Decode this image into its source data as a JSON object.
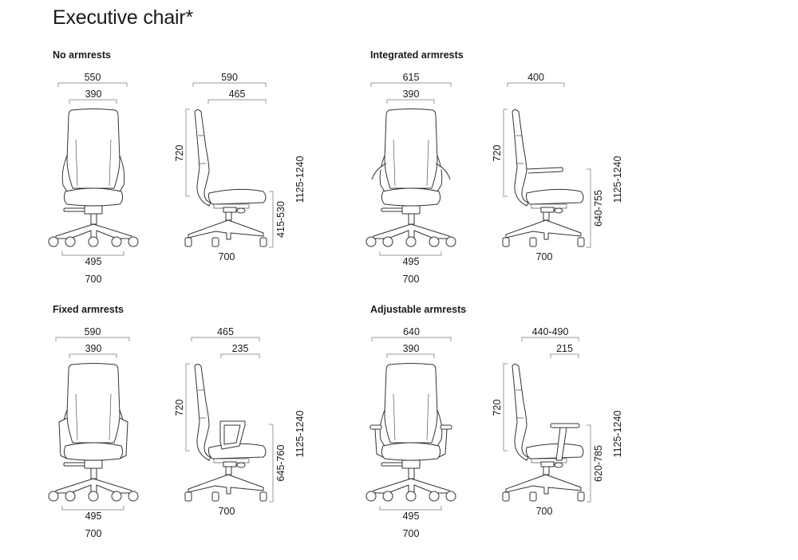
{
  "page": {
    "title": "Executive chair*"
  },
  "configs": [
    {
      "name": "No armrests",
      "front": {
        "overall_width": "550",
        "back_width": "390",
        "base_inner": "495",
        "base_width": "700"
      },
      "side": {
        "top_dims": [
          "590",
          "465"
        ],
        "back_height": "720",
        "lower_height": "415-530",
        "total_height": "1125-1240",
        "base_depth": "700"
      },
      "armrest": "none"
    },
    {
      "name": "Integrated armrests",
      "front": {
        "overall_width": "615",
        "back_width": "390",
        "base_inner": "495",
        "base_width": "700"
      },
      "side": {
        "top_dims": [
          "400"
        ],
        "back_height": "720",
        "lower_height": "640-755",
        "total_height": "1125-1240",
        "base_depth": "700"
      },
      "armrest": "integrated"
    },
    {
      "name": "Fixed armrests",
      "front": {
        "overall_width": "590",
        "back_width": "390",
        "base_inner": "495",
        "base_width": "700"
      },
      "side": {
        "top_dims": [
          "465",
          "235"
        ],
        "back_height": "720",
        "lower_height": "645-760",
        "total_height": "1125-1240",
        "base_depth": "700"
      },
      "armrest": "fixed"
    },
    {
      "name": "Adjustable armrests",
      "front": {
        "overall_width": "640",
        "back_width": "390",
        "base_inner": "495",
        "base_width": "700"
      },
      "side": {
        "top_dims": [
          "440-490",
          "215"
        ],
        "back_height": "720",
        "lower_height": "620-785",
        "total_height": "1125-1240",
        "base_depth": "700"
      },
      "armrest": "adjustable"
    }
  ]
}
